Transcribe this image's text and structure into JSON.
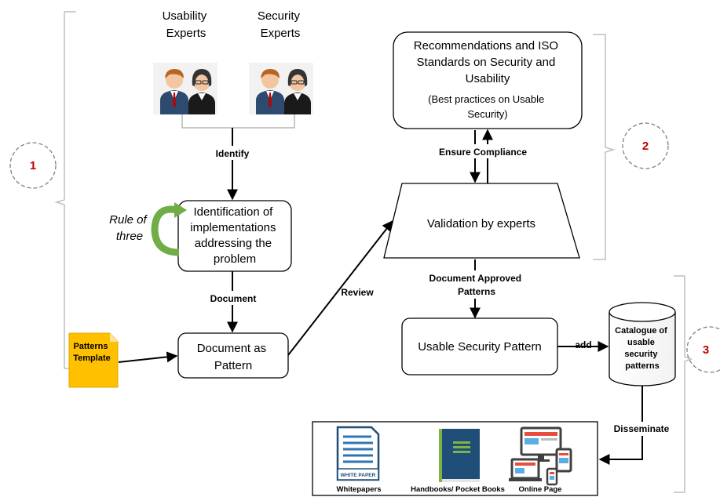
{
  "experts": {
    "usability": [
      "Usability",
      "Experts"
    ],
    "security": [
      "Security",
      "Experts"
    ]
  },
  "labels": {
    "identify": "Identify",
    "rule_of_three": [
      "Rule of",
      "three"
    ],
    "document": "Document",
    "review": "Review",
    "ensure_compliance": "Ensure Compliance",
    "document_approved": [
      "Document Approved",
      "Patterns"
    ],
    "add": "add",
    "disseminate": "Disseminate"
  },
  "boxes": {
    "identification": [
      "Identification of",
      "implementations",
      "addressing the",
      "problem"
    ],
    "document_pattern": [
      "Document as",
      "Pattern"
    ],
    "recommendations": [
      "Recommendations and ISO",
      "Standards on Security and",
      "Usability"
    ],
    "recommendations_sub": [
      "(Best practices on Usable",
      "Security)"
    ],
    "validation": "Validation by experts",
    "usable_pattern": "Usable Security Pattern",
    "catalogue": [
      "Catalogue of",
      "usable",
      "security",
      "patterns"
    ],
    "template": [
      "Patterns",
      "Template"
    ]
  },
  "phases": [
    "1",
    "2",
    "3"
  ],
  "outputs": {
    "whitepaper_icon_text": [
      "WHITE PAPER"
    ],
    "items": [
      "Whitepapers",
      "Handbooks/ Pocket Books",
      "Online Page"
    ]
  },
  "colors": {
    "phase_number": "#c00000",
    "template_fill": "#ffc000",
    "rule_arrow": "#70ad47",
    "book_fill": "#1f4e79",
    "book_spine": "#7fb344"
  }
}
